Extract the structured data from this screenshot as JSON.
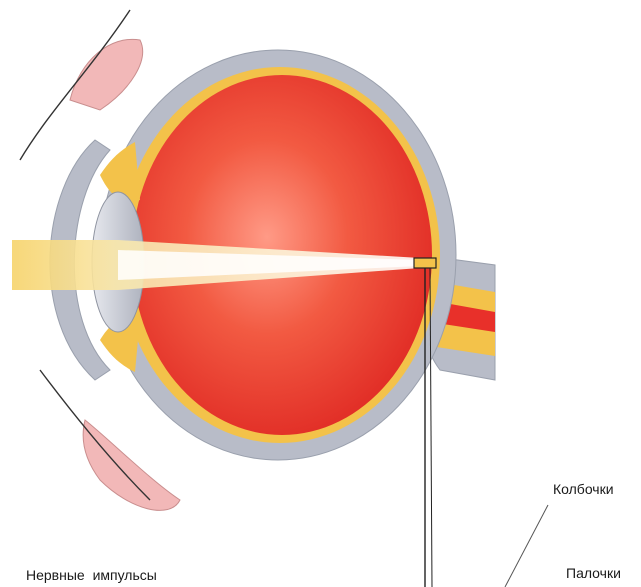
{
  "labels": {
    "cones": "Колбочки",
    "rods": "Палочки",
    "nerve_impulses": "Нервные  импульсы"
  },
  "colors": {
    "sclera": "#b8bcc8",
    "choroid": "#f3c24a",
    "vitreous": "#e8302a",
    "vitreous_light": "#ff8a78",
    "lens": "#c9ccd6",
    "eyelid": "#f2b8b8",
    "light_beam": "#f6d36a",
    "optic_nerve_core": "#e8302a",
    "pointer_line": "#222222"
  },
  "icons": {
    "eye": "eye-cross-section-icon"
  }
}
